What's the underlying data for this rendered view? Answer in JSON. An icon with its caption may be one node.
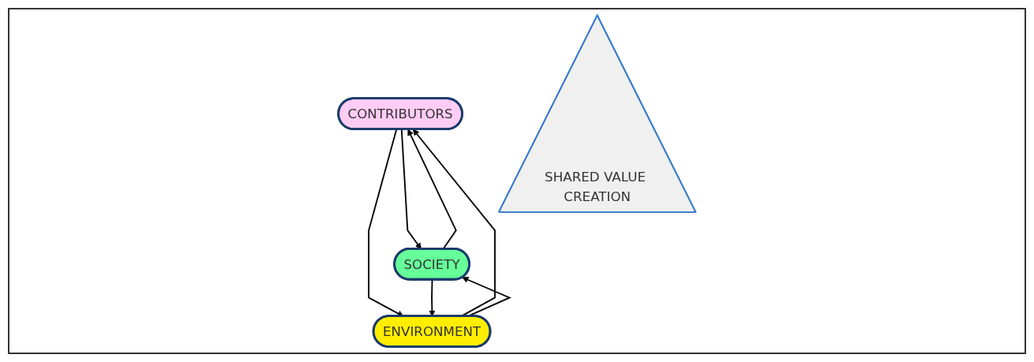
{
  "diagram": {
    "nodes": [
      {
        "text": [
          "CONTRIBUTORS"
        ]
      },
      {
        "text": [
          "SHARED VALUE CREATION"
        ]
      },
      {
        "text": [
          "SOCIETY"
        ]
      },
      {
        "text": [
          "ENVIRONMENT"
        ]
      }
    ],
    "edges": [
      {
        "from": 2,
        "to": 0,
        "arrow": "to"
      },
      {
        "from": 0,
        "to": 2,
        "arrow": "to"
      },
      {
        "from": 3,
        "to": 0,
        "arrow": "to"
      },
      {
        "from": 0,
        "to": 3,
        "arrow": "to"
      },
      {
        "from": 2,
        "to": 3,
        "arrow": "to"
      },
      {
        "from": 3,
        "to": 2,
        "arrow": "to"
      }
    ]
  }
}
